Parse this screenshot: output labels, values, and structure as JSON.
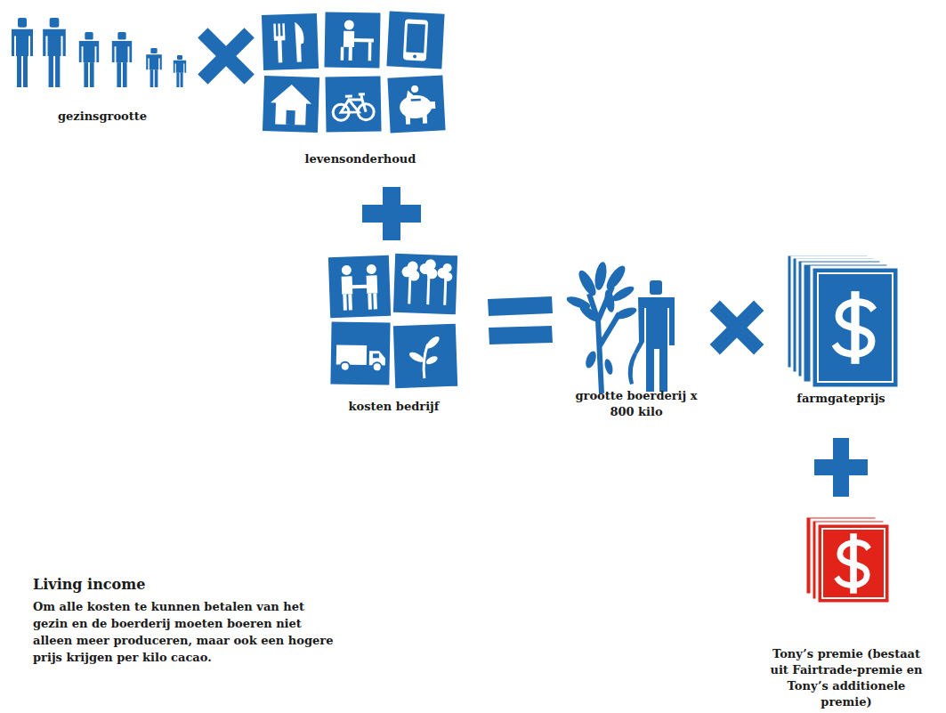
{
  "diagram": {
    "title": "Living income",
    "caption": "Om alle kosten te kunnen betalen van het gezin en de boerderij moeten boeren niet alleen meer produceren, maar ook een hogere prijs krijgen per kilo cacao.",
    "nodes": [
      {
        "text": [
          "gezinsgrootte"
        ]
      },
      {
        "text": [
          "levensonderhoud"
        ]
      },
      {
        "text": [
          "kosten bedrijf"
        ]
      },
      {
        "text": [
          "grootte boerderij x 800 kilo"
        ]
      },
      {
        "text": [
          "farmgateprijs"
        ]
      },
      {
        "text": [
          "Tony’s premie (bestaat uit Fairtrade-premie en Tony’s additionele premie)"
        ]
      }
    ]
  }
}
